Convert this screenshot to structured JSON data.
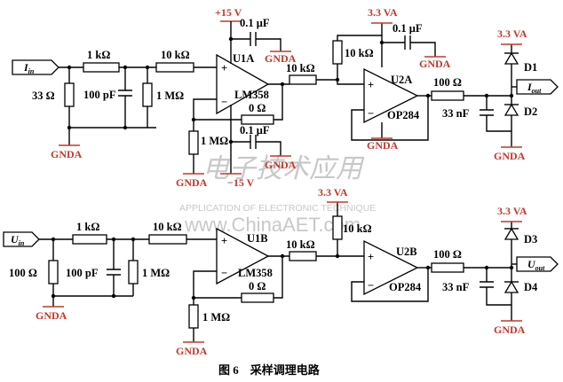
{
  "figure_caption": "图 6    采样调理电路",
  "watermark": {
    "chinese": "电子技术应用",
    "subtitle": "APPLICATION OF ELECTRONIC TECHNIQUE",
    "url": "www.ChinaAET.com"
  },
  "power": {
    "pos15": "+15 V",
    "neg15": "−15 V",
    "va_top": "3.3 VA",
    "va_d1": "3.3 VA",
    "va_mid": "3.3 VA",
    "va_d3": "3.3 VA"
  },
  "ground_label": "GNDA",
  "top": {
    "input": "I",
    "input_sub": "in",
    "output": "I",
    "output_sub": "out",
    "r_series1": "1 kΩ",
    "r_series2": "10 kΩ",
    "r_shunt": "33 Ω",
    "c_filter": "100 pF",
    "r_filter": "1 MΩ",
    "opamp1_ref": "U1A",
    "opamp1_part": "LM358",
    "decoupling_pos": "0.1 μF",
    "decoupling_neg": "0.1 μF",
    "r_feedback1": "0 Ω",
    "r_gnd1": "1 MΩ",
    "r_between": "10 kΩ",
    "r_pullup": "10 kΩ",
    "decoupling_va": "0.1 μF",
    "opamp2_ref": "U2A",
    "opamp2_part": "OP284",
    "r_out": "100 Ω",
    "c_out": "33 nF",
    "diode_up": "D1",
    "diode_down": "D2"
  },
  "bottom": {
    "input": "U",
    "input_sub": "in",
    "output": "U",
    "output_sub": "out",
    "r_series1": "1 kΩ",
    "r_series2": "10 kΩ",
    "r_shunt": "100 Ω",
    "c_filter": "100 pF",
    "r_filter": "1 MΩ",
    "opamp1_ref": "U1B",
    "opamp1_part": "LM358",
    "r_feedback1": "0 Ω",
    "r_gnd1": "1 MΩ",
    "r_between": "10 kΩ",
    "r_pullup": "10 kΩ",
    "opamp2_ref": "U2B",
    "opamp2_part": "OP284",
    "r_out": "100 Ω",
    "c_out": "33 nF",
    "diode_up": "D3",
    "diode_down": "D4"
  }
}
